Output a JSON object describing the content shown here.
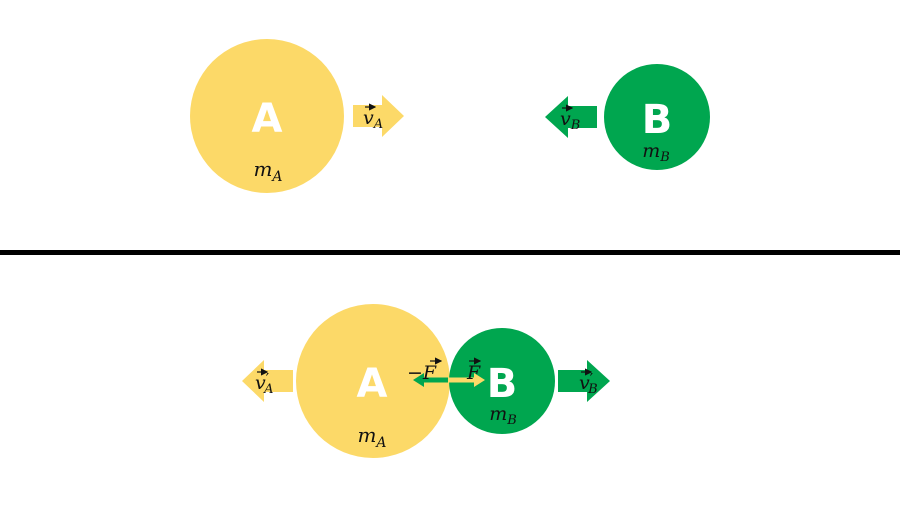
{
  "colors": {
    "yellow": "#fcd968",
    "green": "#00a64f",
    "divider": "#000000",
    "background": "#ffffff"
  },
  "before": {
    "ball_a": {
      "letter": "A",
      "mass_base": "m",
      "mass_sub": "A"
    },
    "ball_b": {
      "letter": "B",
      "mass_base": "m",
      "mass_sub": "B"
    },
    "arrow_a": {
      "direction": "right",
      "symbol": "v",
      "sub": "A"
    },
    "arrow_b": {
      "direction": "left",
      "symbol": "v",
      "sub": "B"
    }
  },
  "after": {
    "ball_a": {
      "letter": "A",
      "mass_base": "m",
      "mass_sub": "A"
    },
    "ball_b": {
      "letter": "B",
      "mass_base": "m",
      "mass_sub": "B"
    },
    "arrow_a": {
      "direction": "left",
      "symbol": "v",
      "prime": "′",
      "sub": "A"
    },
    "arrow_b": {
      "direction": "right",
      "symbol": "v",
      "prime": "′",
      "sub": "B"
    },
    "force_on_a": {
      "sign": "−",
      "symbol": "F"
    },
    "force_on_b": {
      "symbol": "F"
    }
  }
}
